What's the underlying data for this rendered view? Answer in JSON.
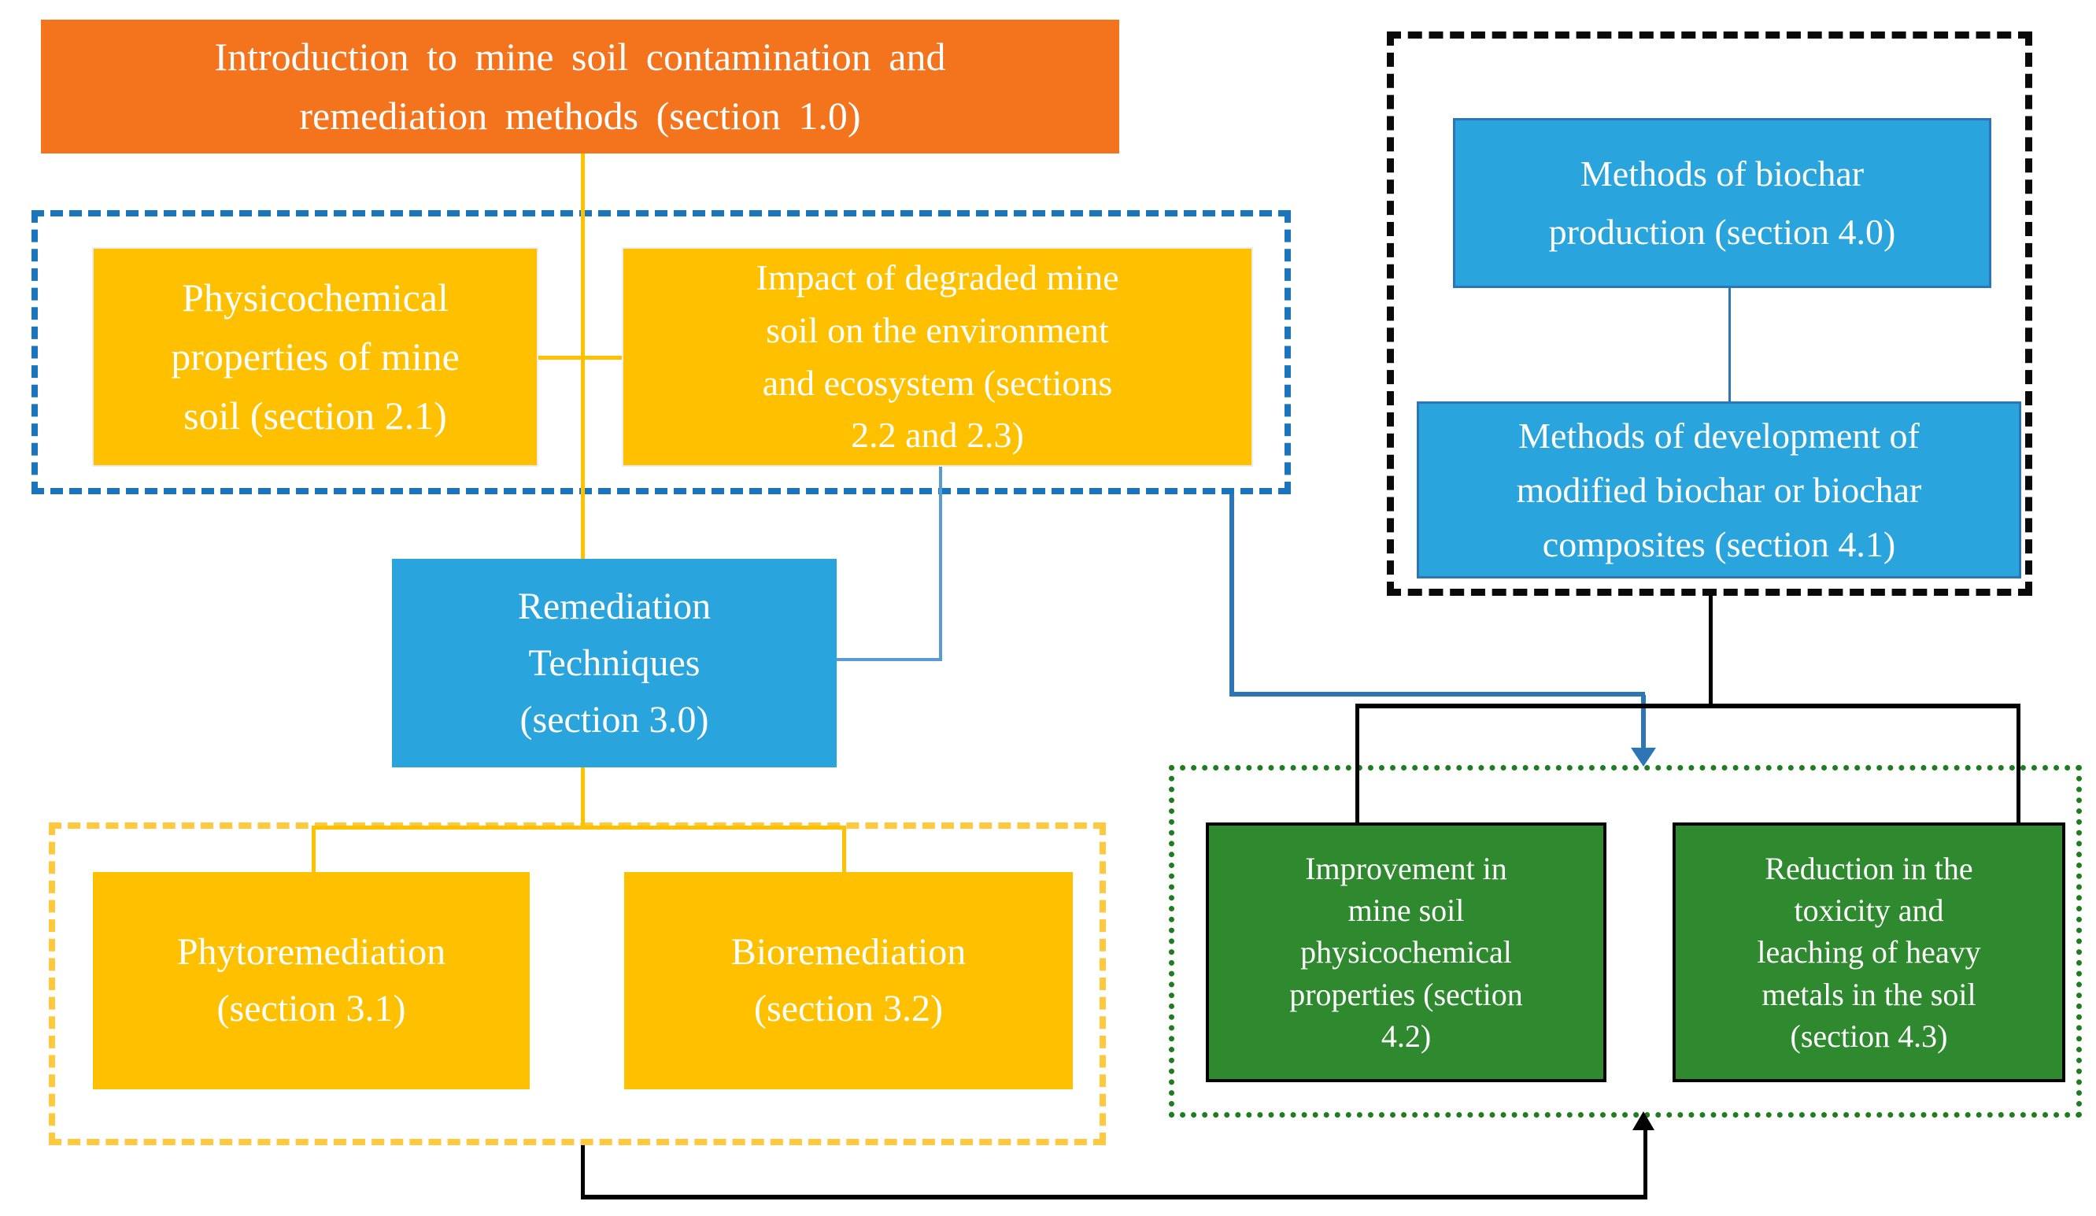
{
  "nodes": {
    "intro": {
      "label": "Introduction to mine soil contamination and\nremediation methods (section 1.0)"
    },
    "physicochemical": {
      "label": "Physicochemical\nproperties of mine\nsoil (section 2.1)"
    },
    "impact": {
      "label": "Impact of degraded mine\nsoil on the environment\nand ecosystem (sections\n2.2 and 2.3)"
    },
    "remediation": {
      "label": "Remediation\nTechniques\n(section 3.0)"
    },
    "phytoremediation": {
      "label": "Phytoremediation\n(section 3.1)"
    },
    "bioremediation": {
      "label": "Bioremediation\n(section 3.2)"
    },
    "biochar_production": {
      "label": "Methods of biochar\nproduction (section 4.0)"
    },
    "biochar_development": {
      "label": "Methods of development of\nmodified biochar or biochar\ncomposites (section 4.1)"
    },
    "improvement": {
      "label": "Improvement in\nmine soil\nphysicochemical\nproperties (section\n4.2)"
    },
    "reduction": {
      "label": "Reduction in the\ntoxicity and\nleaching of heavy\nmetals in the soil\n(section 4.3)"
    }
  },
  "colors": {
    "orange_box": "#F4731D",
    "gold_box": "#FFC000",
    "blue_box": "#29A4DD",
    "green_box": "#2F8A2F",
    "blue_dashed_border": "#1B75BC",
    "yellow_dashed_border": "#FFC83D",
    "black_dashed_border": "#0A0A0A",
    "green_dotted_border": "#1E7D1E",
    "yellow_connector": "#FFC000",
    "light_blue_connector": "#5B9BD5",
    "dark_blue_connector": "#2E75B6",
    "black_connector": "#000000",
    "text": "#FFFFFF"
  }
}
